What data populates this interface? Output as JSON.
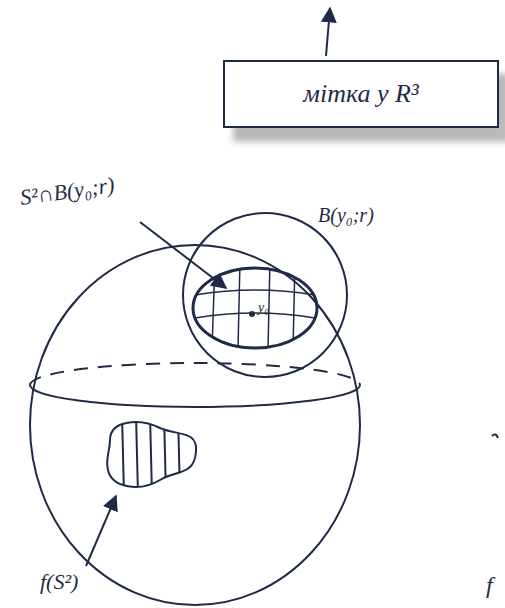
{
  "diagram": {
    "nodes": [
      {
        "text": [
          "мітка у R³"
        ]
      }
    ],
    "labels": [
      "S²∩B(y₀;r)",
      "B(y₀;r)",
      "y₀",
      "f(S²)",
      "f"
    ]
  }
}
